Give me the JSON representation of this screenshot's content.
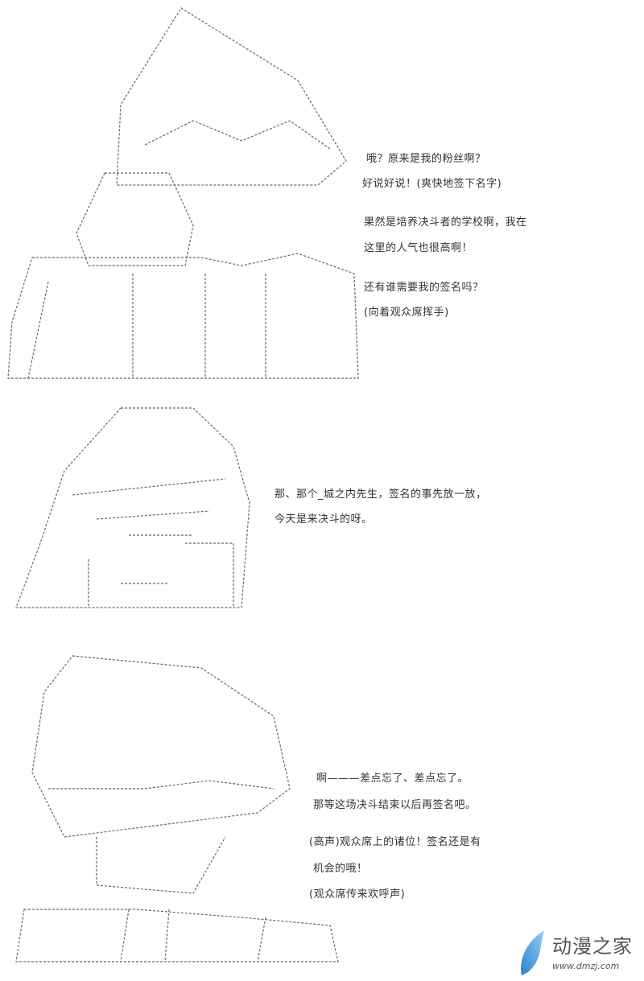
{
  "panels": [
    {
      "lines": [
        "哦？原来是我的粉丝啊？",
        "好说好说！(爽快地签下名字)",
        "果然是培养决斗者的学校啊，我在",
        "这里的人气也很高啊！",
        "还有谁需要我的签名吗？",
        "(向着观众席挥手)"
      ]
    },
    {
      "lines": [
        "那、那个_城之内先生，签名的事先放一放，",
        "今天是来决斗的呀。"
      ]
    },
    {
      "lines": [
        "啊———差点忘了、差点忘了。",
        "那等这场决斗结束以后再签名吧。",
        "(高声)观众席上的诸位！签名还是有",
        "机会的哦！",
        "(观众席传来欢呼声)"
      ]
    }
  ],
  "watermark": {
    "name": "动漫之家",
    "url": "www.dmzj.com",
    "color": "#4a9fd8"
  }
}
